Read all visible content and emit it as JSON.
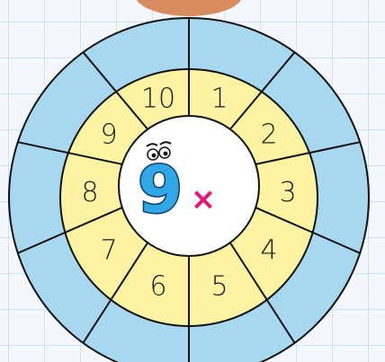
{
  "wheel": {
    "center_number": "9",
    "operator": "×",
    "multipliers": [
      "1",
      "2",
      "3",
      "4",
      "5",
      "6",
      "7",
      "8",
      "9",
      "10"
    ]
  },
  "colors": {
    "outer_ring": "#a8d8f0",
    "inner_ring": "#fdf3a2",
    "center": "#ffffff",
    "factor_fill": "#31a8e6",
    "operator": "#e5147e",
    "stroke": "#111111"
  }
}
